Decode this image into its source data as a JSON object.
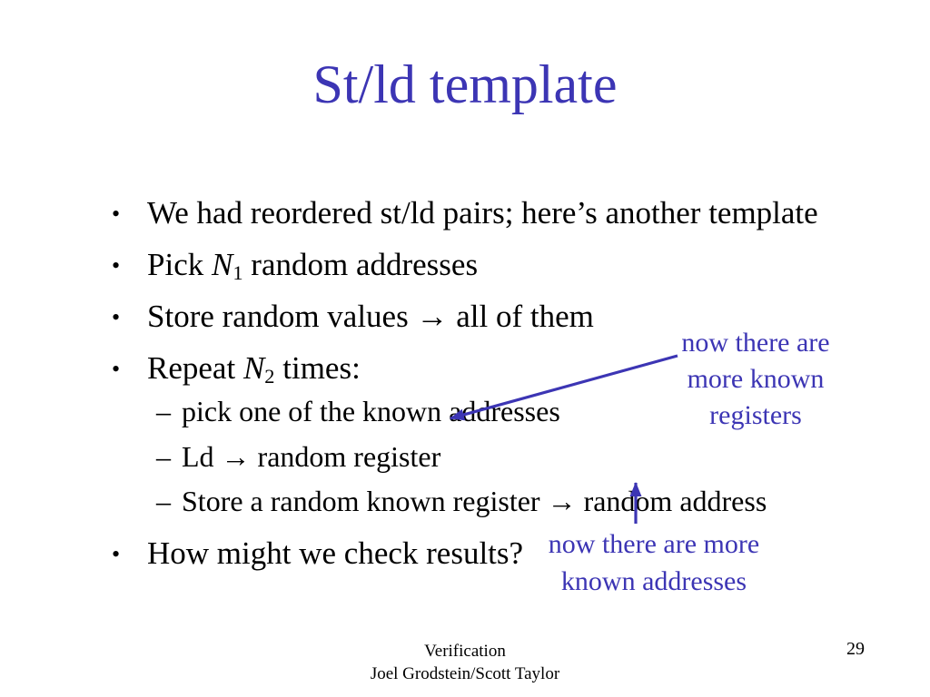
{
  "slide": {
    "title": "St/ld template",
    "markers": {
      "bullet": "•",
      "dash": "–"
    },
    "bullets": {
      "b1": "We had reordered st/ld pairs; here’s another template",
      "b2": {
        "pre": "Pick ",
        "var": "N",
        "sub": "1",
        "post": " random addresses"
      },
      "b3": "Store random values → all of them",
      "b4": {
        "pre": "Repeat ",
        "var": "N",
        "sub": "2",
        "post": " times:"
      },
      "s1": "pick one of the known addresses",
      "s2": "Ld → random register",
      "s3": "Store a random known register → random address",
      "b5": "How might we check results?"
    },
    "annotations": {
      "registers": {
        "line1": "now there are",
        "line2": "more known",
        "line3": "registers"
      },
      "addresses": {
        "line1": "now there are more",
        "line2": "known addresses"
      }
    },
    "footer": {
      "course": "Verification",
      "authors": "Joel Grodstein/Scott Taylor",
      "page": "29"
    },
    "colors": {
      "accent": "#3c35b4",
      "text": "#000000",
      "background": "#ffffff"
    }
  }
}
